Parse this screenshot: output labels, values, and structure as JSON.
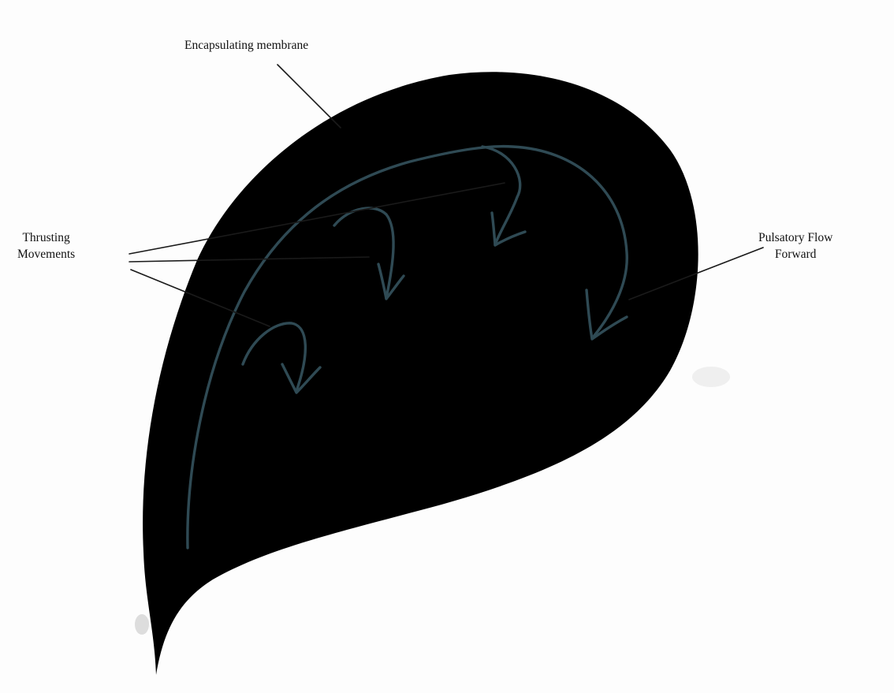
{
  "labels": {
    "encapsulating_membrane": "Encapsulating membrane",
    "thrusting_movements_line1": "Thrusting",
    "thrusting_movements_line2": "Movements",
    "pulsatory_flow_line1": "Pulsatory Flow",
    "pulsatory_flow_line2": "Forward"
  },
  "colors": {
    "membrane_stroke": "#2f4a54",
    "arrow_stroke": "#2f4a54",
    "leader_stroke": "#1a1a1a",
    "smudge": "#c8c8c8"
  }
}
